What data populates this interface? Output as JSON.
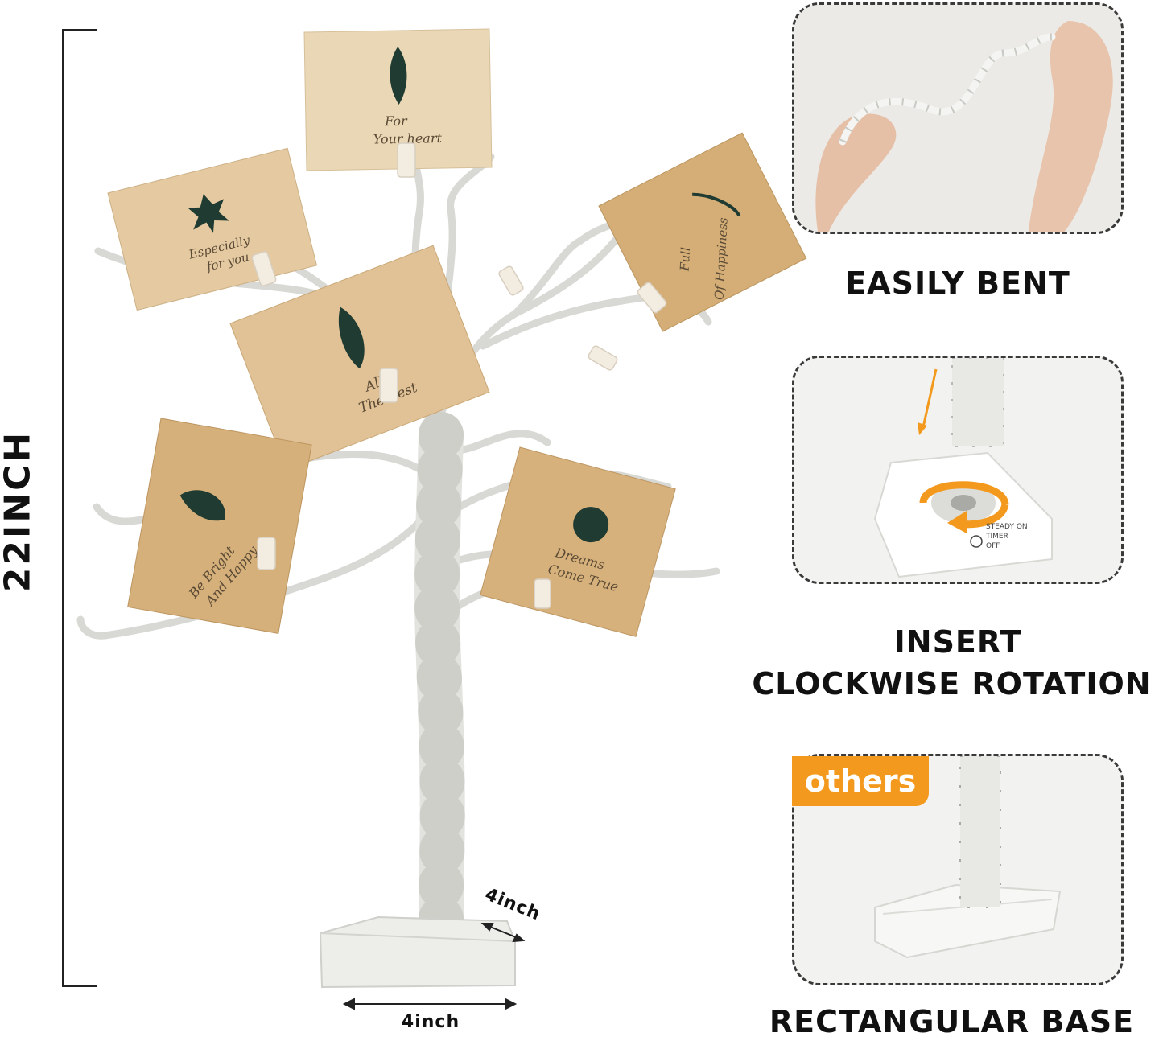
{
  "height_label": "22INCH",
  "base_width_label": "4inch",
  "base_depth_label": "4inch",
  "features": [
    {
      "title": "EASILY BENT"
    },
    {
      "title_line1": "INSERT",
      "title_line2": "CLOCKWISE ROTATION"
    },
    {
      "title": "RECTANGULAR BASE",
      "badge": "others"
    }
  ],
  "switch_labels": {
    "line1": "STEADY ON",
    "line2": "TIMER",
    "line3": "OFF"
  },
  "cards": [
    {
      "text1": "For",
      "text2": "Your heart"
    },
    {
      "text1": "Especially",
      "text2": "for you"
    },
    {
      "text1": "All",
      "text2": "The Best"
    },
    {
      "text1": "Full",
      "text2": "Of Happiness"
    },
    {
      "text1": "Be Bright",
      "text2": "And Happy"
    },
    {
      "text1": "Dreams",
      "text2": "Come True"
    }
  ],
  "colors": {
    "accent": "#f39a1e",
    "card": "#d9b98a",
    "text": "#111111"
  }
}
